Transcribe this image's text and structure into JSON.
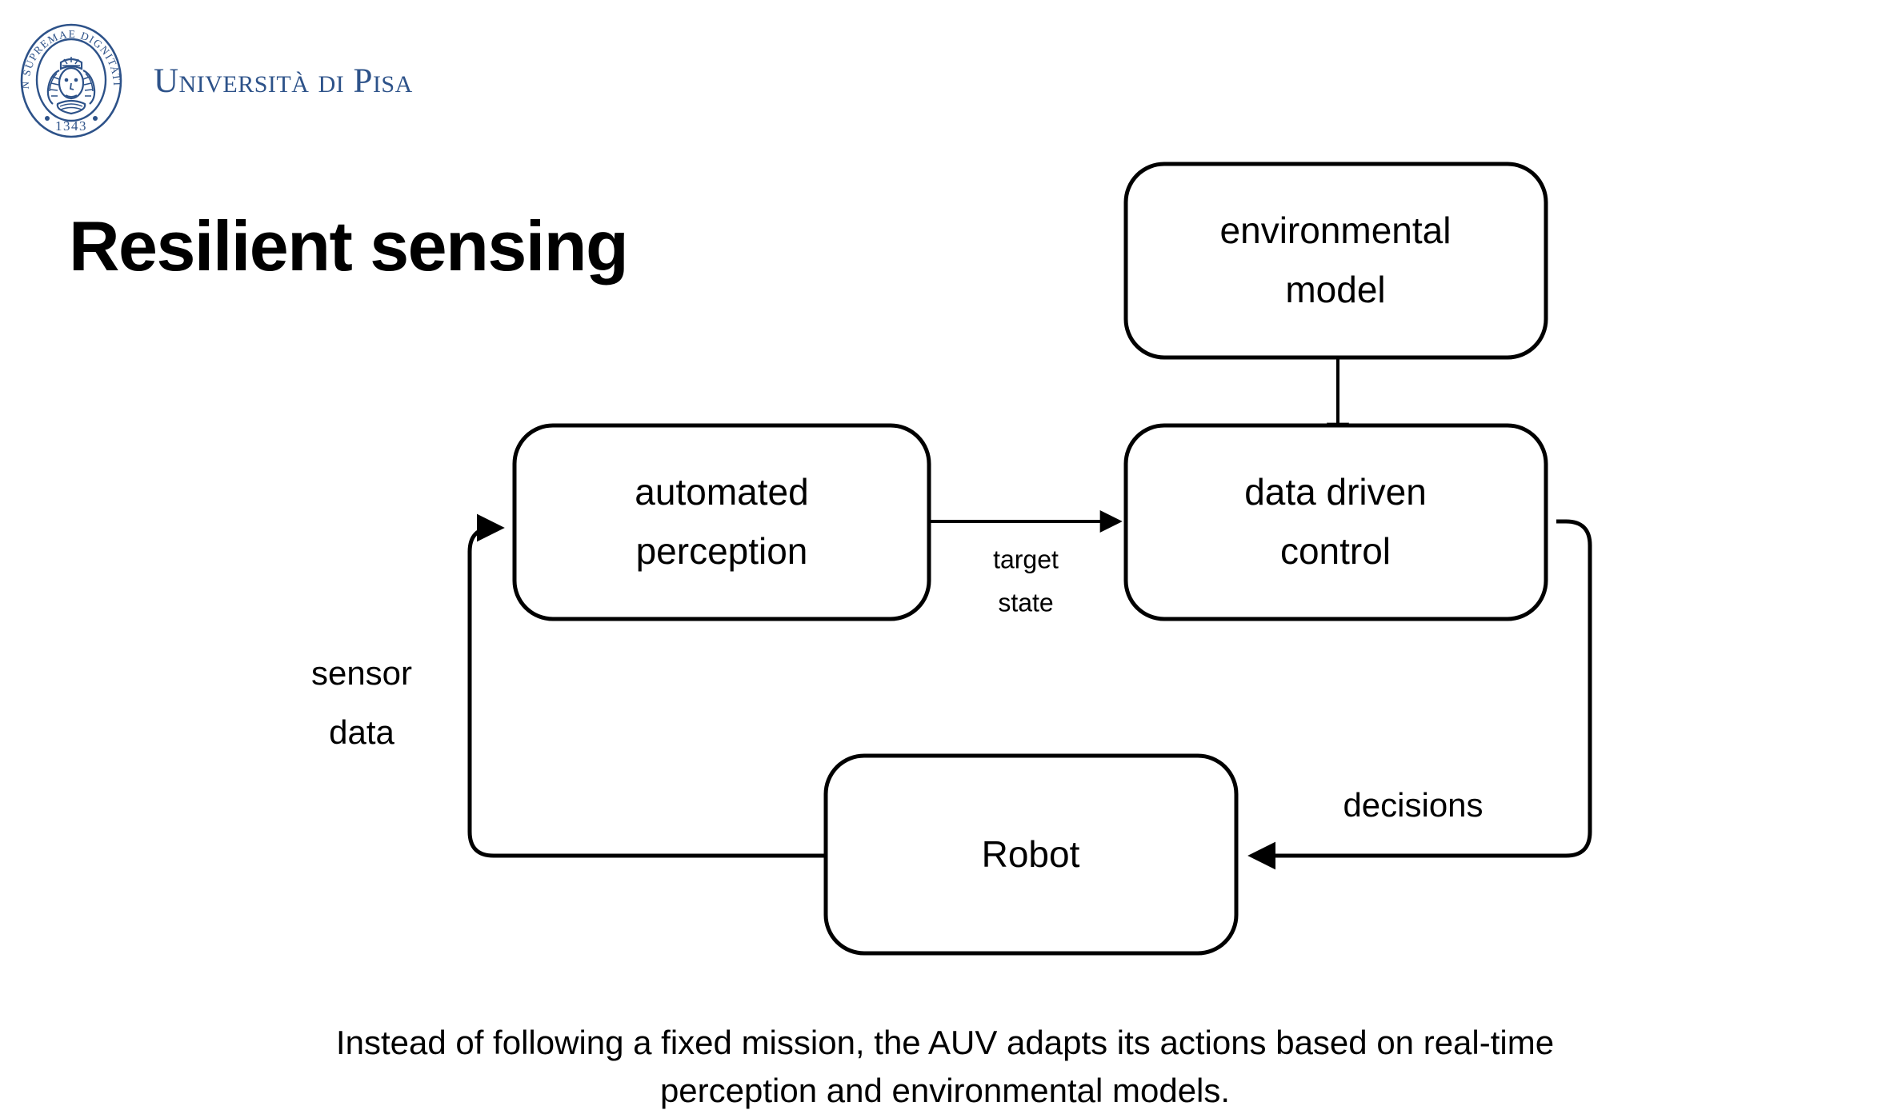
{
  "brand": {
    "seal_outer_text": "IN SUPREMAE DIGNITATIS",
    "seal_year": "1343",
    "wordmark": "Università di Pisa",
    "color": "#2d5289"
  },
  "slide": {
    "title": "Resilient sensing",
    "caption": "Instead of following a fixed mission, the AUV adapts its actions based on real-time perception and environmental models."
  },
  "diagram": {
    "nodes": [
      {
        "id": "environmental-model",
        "label_line1": "environmental",
        "label_line2": "model"
      },
      {
        "id": "automated-perception",
        "label_line1": "automated",
        "label_line2": "perception"
      },
      {
        "id": "data-driven-control",
        "label_line1": "data driven",
        "label_line2": "control"
      },
      {
        "id": "robot",
        "label_line1": "Robot",
        "label_line2": ""
      }
    ],
    "edges": [
      {
        "id": "model-to-control",
        "label_line1": "",
        "label_line2": ""
      },
      {
        "id": "perception-to-control",
        "label_line1": "target",
        "label_line2": "state"
      },
      {
        "id": "control-to-robot",
        "label_line1": "decisions",
        "label_line2": ""
      },
      {
        "id": "robot-to-perception",
        "label_line1": "sensor",
        "label_line2": "data"
      }
    ]
  }
}
